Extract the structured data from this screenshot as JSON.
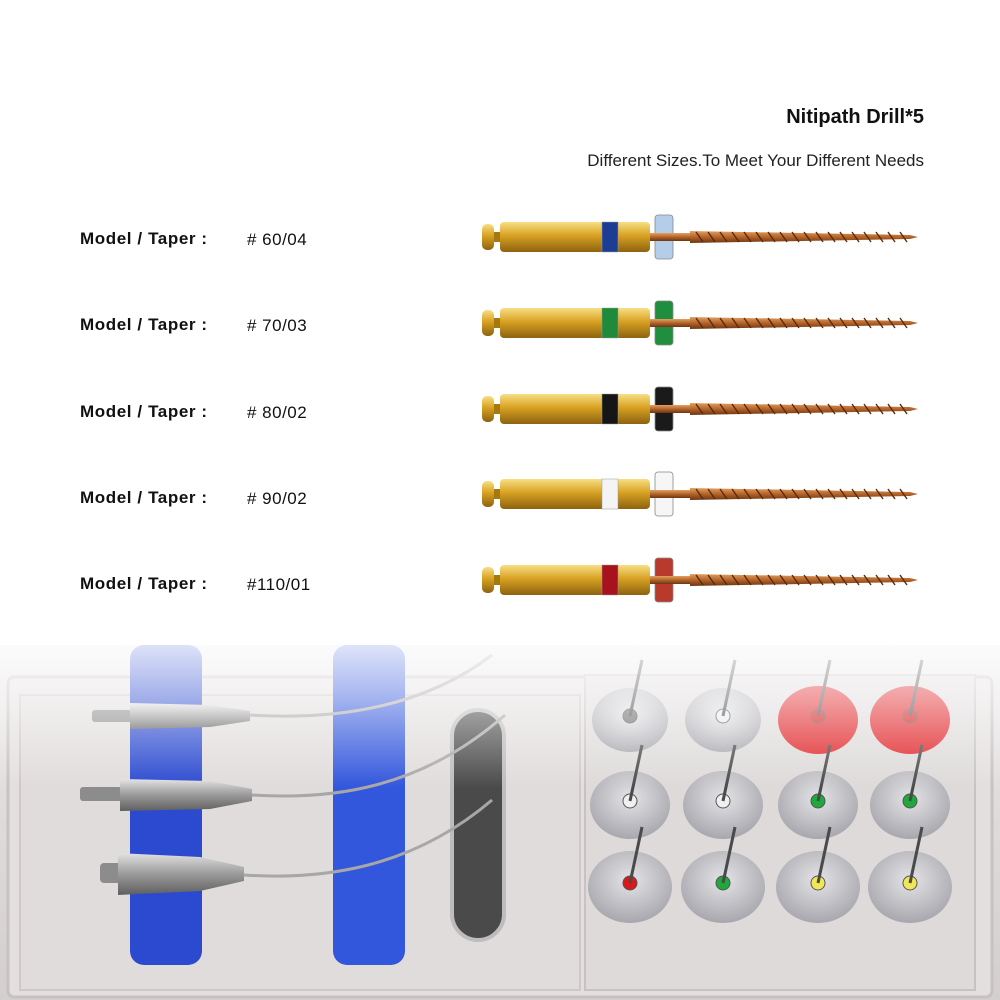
{
  "header": {
    "title": "Nitipath Drill*5",
    "subtitle": "Different Sizes.To Meet Your Different Needs"
  },
  "models": [
    {
      "label": "Model / Taper :",
      "value": "# 60/04",
      "band_color": "#1d3d94",
      "stopper_color": "#b4cde9"
    },
    {
      "label": "Model / Taper :",
      "value": "# 70/03",
      "band_color": "#1e8a3a",
      "stopper_color": "#1f8f3f"
    },
    {
      "label": "Model / Taper :",
      "value": "# 80/02",
      "band_color": "#161616",
      "stopper_color": "#1a1a1a"
    },
    {
      "label": "Model / Taper :",
      "value": "# 90/02",
      "band_color": "#f4f4f4",
      "stopper_color": "#f6f6f6"
    },
    {
      "label": "Model / Taper :",
      "value": "#110/01",
      "band_color": "#a8121c",
      "stopper_color": "#b83a2c"
    }
  ],
  "colors": {
    "gold": "#d9a322",
    "copper": "#b96a2a",
    "tray": "#ddd8d8",
    "holder_blue": "#2a49c9"
  }
}
